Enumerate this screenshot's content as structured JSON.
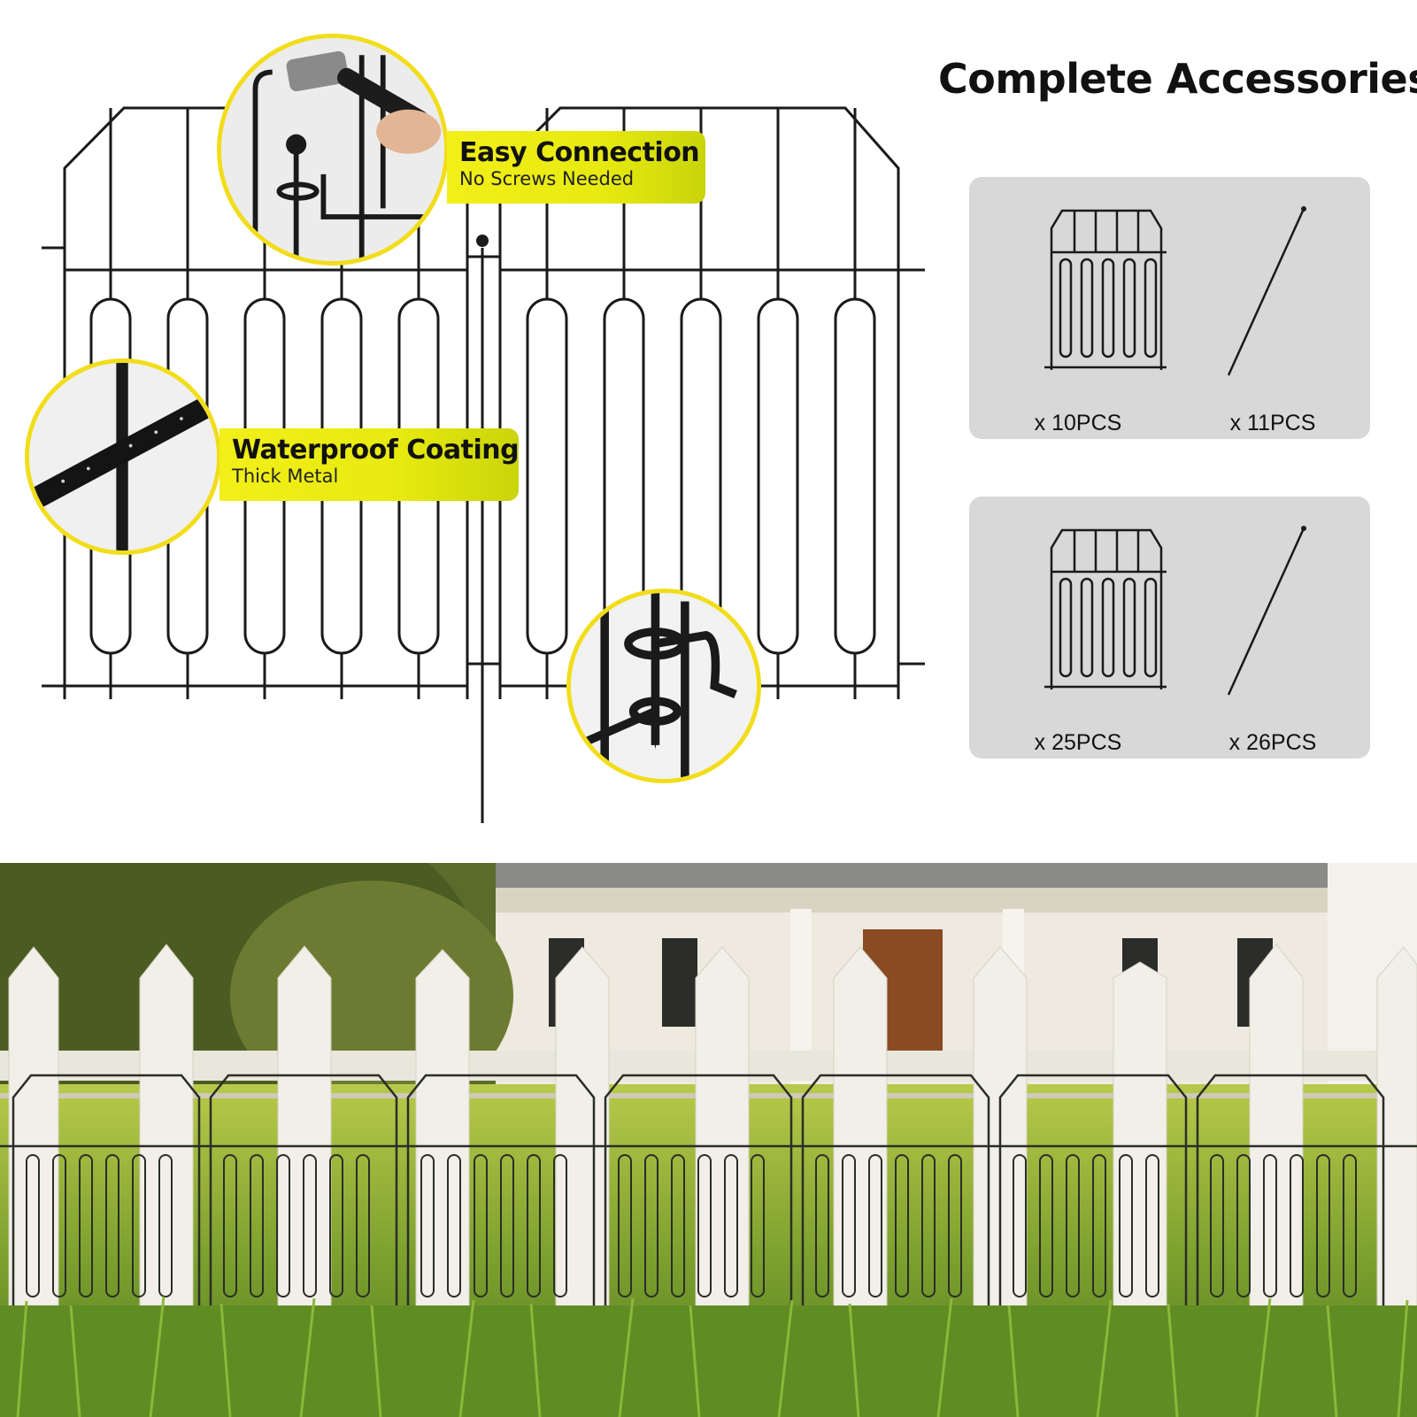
{
  "accessories": {
    "title": "Complete Accessories",
    "box1": {
      "panel_qty": "x 10PCS",
      "stake_qty": "x 11PCS"
    },
    "box2": {
      "panel_qty": "x 25PCS",
      "stake_qty": "x 26PCS"
    }
  },
  "callouts": {
    "connection": {
      "title": "Easy Connection",
      "subtitle": "No Screws Needed"
    },
    "coating": {
      "title": "Waterproof Coating",
      "subtitle": "Thick Metal"
    }
  },
  "colors": {
    "accent_yellow": "#f2dd1a",
    "callout_yellow": "#e7ea0f",
    "fence_black": "#1a1a1a",
    "panel_gray": "#d8d8d8"
  },
  "icons": [
    "hammer-icon",
    "fence-panel-icon",
    "garden-stake-icon"
  ]
}
